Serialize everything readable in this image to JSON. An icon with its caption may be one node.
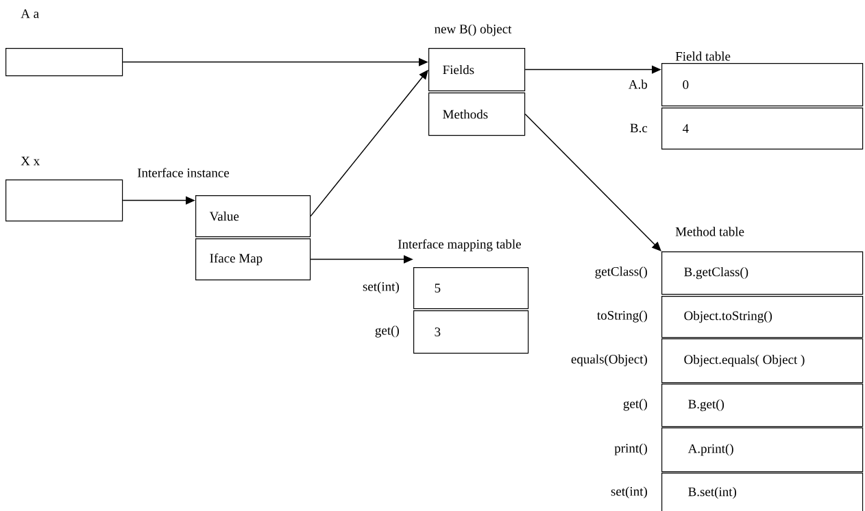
{
  "diagram": {
    "nodes": [
      {
        "text": [
          "A a"
        ]
      },
      {
        "text": [
          "X x"
        ]
      },
      {
        "text": [
          "new B() object",
          "Fields"
        ]
      },
      {
        "text": [
          "Methods"
        ]
      },
      {
        "text": [
          "Field table",
          "0"
        ],
        "beside": [
          "A.b"
        ]
      },
      {
        "text": [
          "4"
        ],
        "beside": [
          "B.c"
        ]
      },
      {
        "text": [
          "Interface instance",
          "Value"
        ]
      },
      {
        "text": [
          "Iface Map"
        ]
      },
      {
        "text": [
          "Interface mapping table",
          "5"
        ],
        "beside": [
          "set(int)"
        ]
      },
      {
        "text": [
          "3"
        ],
        "beside": [
          "get()"
        ]
      },
      {
        "text": [
          "Method table",
          "B.getClass()"
        ],
        "beside": [
          "getClass()"
        ]
      },
      {
        "text": [
          "Object.toString()"
        ],
        "beside": [
          "toString()"
        ]
      },
      {
        "text": [
          "Object.equals( Object )"
        ],
        "beside": [
          "equals(Object)"
        ]
      },
      {
        "text": [
          "B.get()"
        ],
        "beside": [
          "get()"
        ]
      },
      {
        "text": [
          "A.print()"
        ],
        "beside": [
          "print()"
        ]
      },
      {
        "text": [
          "B.set(int)"
        ],
        "beside": [
          "set(int)"
        ]
      }
    ],
    "edges": [
      {
        "from": 0,
        "to": 2,
        "arrow": "to"
      },
      {
        "from": 2,
        "to": 4,
        "arrow": "to"
      },
      {
        "from": 1,
        "to": 6,
        "arrow": "to"
      },
      {
        "from": 6,
        "to": 2,
        "arrow": "to"
      },
      {
        "from": 7,
        "to": 8,
        "arrow": "to"
      },
      {
        "from": 3,
        "to": 10,
        "arrow": "to"
      }
    ]
  }
}
